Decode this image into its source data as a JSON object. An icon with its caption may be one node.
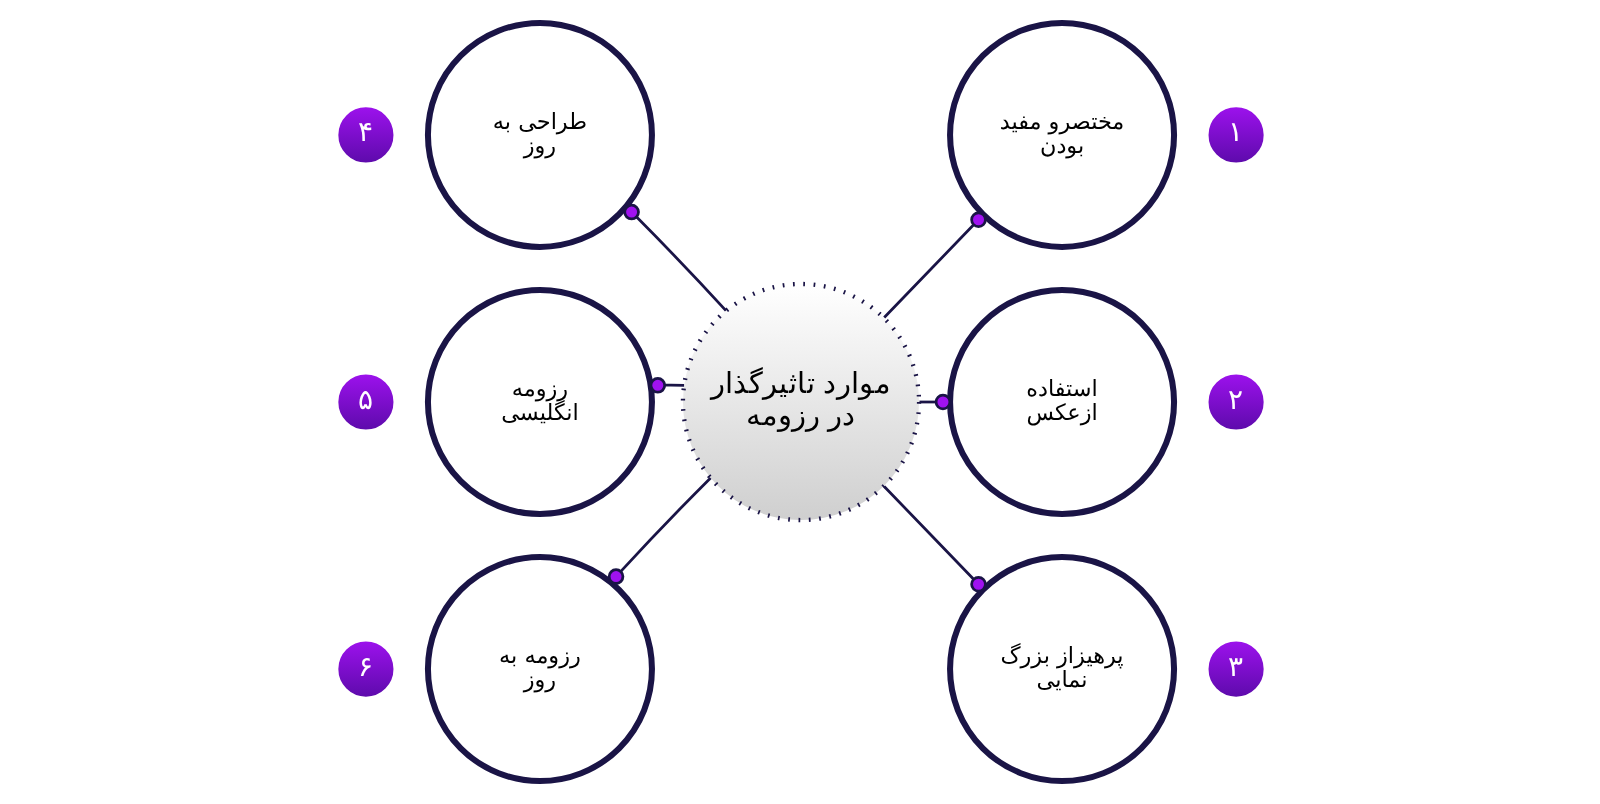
{
  "diagram": {
    "nodes": [
      {
        "text": [
          "موارد تاثیرگذار در رزومه"
        ]
      },
      {
        "text": [
          "مختصرو مفید بودن"
        ]
      },
      {
        "text": [
          "۱"
        ]
      },
      {
        "text": [
          "استفاده ازعکس"
        ]
      },
      {
        "text": [
          "۲"
        ]
      },
      {
        "text": [
          "پرهیزاز بزرگ نمایی"
        ]
      },
      {
        "text": [
          "۳"
        ]
      },
      {
        "text": [
          "طراحی به روز"
        ]
      },
      {
        "text": [
          "۴"
        ]
      },
      {
        "text": [
          "رزومه انگلیسی"
        ]
      },
      {
        "text": [
          "۵"
        ]
      },
      {
        "text": [
          "رزومه به روز"
        ]
      },
      {
        "text": [
          "۶"
        ]
      }
    ],
    "edges": [
      {
        "from": 0,
        "to": 1,
        "arrow": "other"
      },
      {
        "from": 0,
        "to": 3,
        "arrow": "other"
      },
      {
        "from": 0,
        "to": 5,
        "arrow": "other"
      },
      {
        "from": 0,
        "to": 7,
        "arrow": "other"
      },
      {
        "from": 0,
        "to": 9,
        "arrow": "other"
      },
      {
        "from": 0,
        "to": 11,
        "arrow": "other"
      }
    ]
  }
}
